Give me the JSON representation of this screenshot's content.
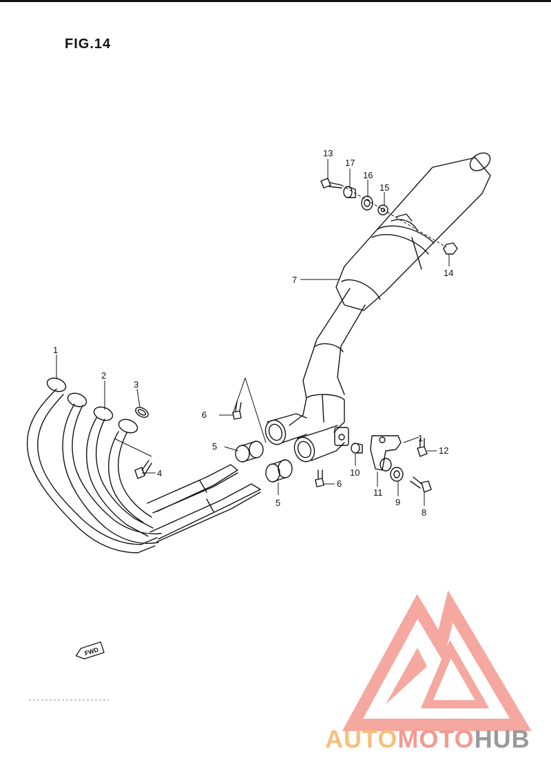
{
  "figure": {
    "title": "FIG.14",
    "fwd_label": "FWD"
  },
  "callouts": [
    {
      "id": "c1",
      "label": "1"
    },
    {
      "id": "c2",
      "label": "2"
    },
    {
      "id": "c3",
      "label": "3"
    },
    {
      "id": "c4",
      "label": "4"
    },
    {
      "id": "c5a",
      "label": "5"
    },
    {
      "id": "c5b",
      "label": "5"
    },
    {
      "id": "c6a",
      "label": "6"
    },
    {
      "id": "c6b",
      "label": "6"
    },
    {
      "id": "c7",
      "label": "7"
    },
    {
      "id": "c8",
      "label": "8"
    },
    {
      "id": "c9",
      "label": "9"
    },
    {
      "id": "c10",
      "label": "10"
    },
    {
      "id": "c11",
      "label": "11"
    },
    {
      "id": "c12",
      "label": "12"
    },
    {
      "id": "c13",
      "label": "13"
    },
    {
      "id": "c14",
      "label": "14"
    },
    {
      "id": "c15",
      "label": "15"
    },
    {
      "id": "c16",
      "label": "16"
    },
    {
      "id": "c17",
      "label": "17"
    }
  ],
  "watermark": {
    "part1": "AUTO",
    "part2": "MOTO",
    "part3": "HUB",
    "colors": {
      "auto": "#f6c07a",
      "moto": "#f4998f",
      "hub": "#9a9a9a",
      "logo": "#f4998f"
    }
  }
}
